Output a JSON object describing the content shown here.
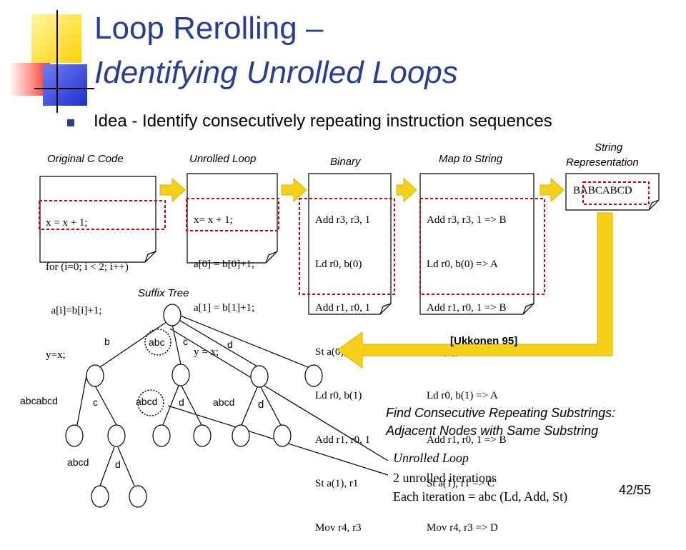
{
  "title": {
    "line1": "Loop Rerolling –",
    "line2": "Identifying Unrolled Loops"
  },
  "bullet": "Idea - Identify consecutively repeating instruction sequences",
  "stages": {
    "original": {
      "label": "Original C Code",
      "lines": [
        "x = x + 1;",
        "for (i=0; i < 2; i++)",
        "  a[i]=b[i]+1;",
        "y=x;"
      ]
    },
    "unrolled": {
      "label": "Unrolled Loop",
      "lines": [
        "x= x + 1;",
        "a[0] = b[0]+1;",
        "a[1] = b[1]+1;",
        "y = x;"
      ]
    },
    "binary": {
      "label": "Binary",
      "lines": [
        "Add r3, r3, 1",
        "Ld r0, b(0)",
        "Add r1, r0, 1",
        "St a(0), r1",
        "Ld r0, b(1)",
        "Add r1, r0, 1",
        "St a(1), r1",
        "Mov r4, r3"
      ]
    },
    "map": {
      "label": "Map to String",
      "lines": [
        "Add r3, r3, 1 => B",
        "Ld r0, b(0) => A",
        "Add r1, r0, 1 => B",
        "St a(0), r1 => C",
        "Ld r0, b(1) => A",
        "Add r1, r0, 1 => B",
        "St a(1), r1 => C",
        "Mov r4, r3 => D"
      ]
    },
    "string": {
      "label_line1": "String",
      "label_line2": "Representation",
      "value": "BABCABCD"
    }
  },
  "ukkonen": "[Ukkonen 95]",
  "suffix_tree": {
    "label": "Suffix Tree",
    "edge_labels": {
      "b": "b",
      "abc": "abc",
      "c": "c",
      "d_top": "d",
      "abcabcd": "abcabcd",
      "c_left": "c",
      "abcd_mid": "abcd",
      "d_mid": "d",
      "abcd_right": "abcd",
      "d_right": "d",
      "abcd_bottom": "abcd",
      "d_bottom": "d"
    }
  },
  "find": {
    "line1": "Find Consecutive Repeating Substrings:",
    "line2": "Adjacent Nodes with Same Substring"
  },
  "notes": {
    "unrolled_loop": "Unrolled Loop",
    "iterations": "2 unrolled iterations",
    "each_iteration": "Each iteration = abc (Ld, Add, St)"
  },
  "page_number": "42/55",
  "colors": {
    "title": "#2a3d96",
    "arrow_yellow": "#f7d117",
    "arrow_outline": "#d4b200",
    "highlight_red": "#cc0000",
    "deco_yellow": "#ffd700",
    "deco_blue": "#2a3bd6",
    "deco_red": "#ff3b2f"
  }
}
